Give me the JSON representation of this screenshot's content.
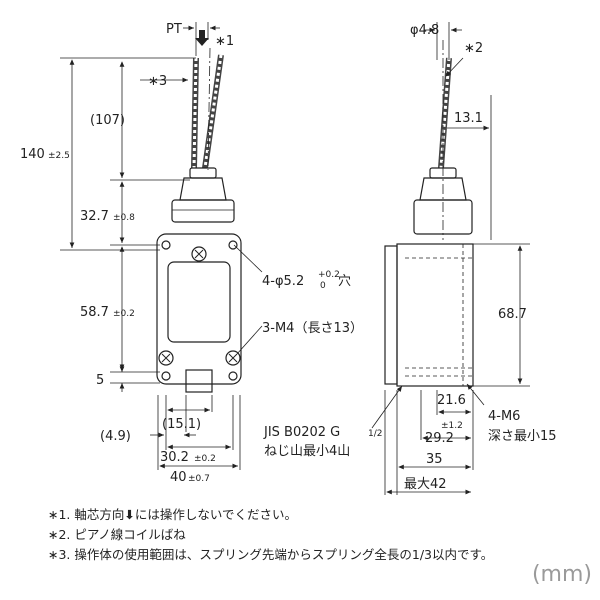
{
  "front": {
    "pt": "PT",
    "star1": "∗1",
    "star3": "∗3",
    "dim_107": "(107)",
    "dim_140": "140",
    "dim_140_tol": "±2.5",
    "dim_32_7": "32.7",
    "dim_32_7_tol": "±0.8",
    "dim_58_7": "58.7",
    "dim_58_7_tol": "±0.2",
    "dim_5": "5",
    "dim_4_9": "(4.9)",
    "dim_15_1": "(15.1)",
    "dim_30_2": "30.2",
    "dim_30_2_tol": "±0.2",
    "dim_40": "40",
    "dim_40_tol": "±0.7",
    "hole_label": "4-φ5.2",
    "hole_tol_top": "+0.2",
    "hole_tol_bottom": "0",
    "hole_suffix": "穴",
    "screw_label": "3-M4（長さ13）"
  },
  "side": {
    "phi": "φ4.8",
    "star2": "∗2",
    "dim_13_1": "13.1",
    "dim_68_7": "68.7",
    "dim_21_6": "21.6",
    "dim_1_2": "±1.2",
    "dim_29_2": "29.2",
    "dim_35": "35",
    "dim_max42": "最大42",
    "jis_label": "JIS B0202 G",
    "jis_frac": "1/2",
    "jis_sub": "ねじ山最小4山",
    "m6_label": "4-M6",
    "m6_sub": "深さ最小15"
  },
  "notes": {
    "n1_pre": "∗1. 軸芯方向",
    "n1_post": "には操作しないでください。",
    "n2": "∗2. ピアノ線コイルばね",
    "n3": "∗3. 操作体の使用範囲は、スプリング先端からスプリング全長の1/3以内です。"
  },
  "unit": "(mm)"
}
